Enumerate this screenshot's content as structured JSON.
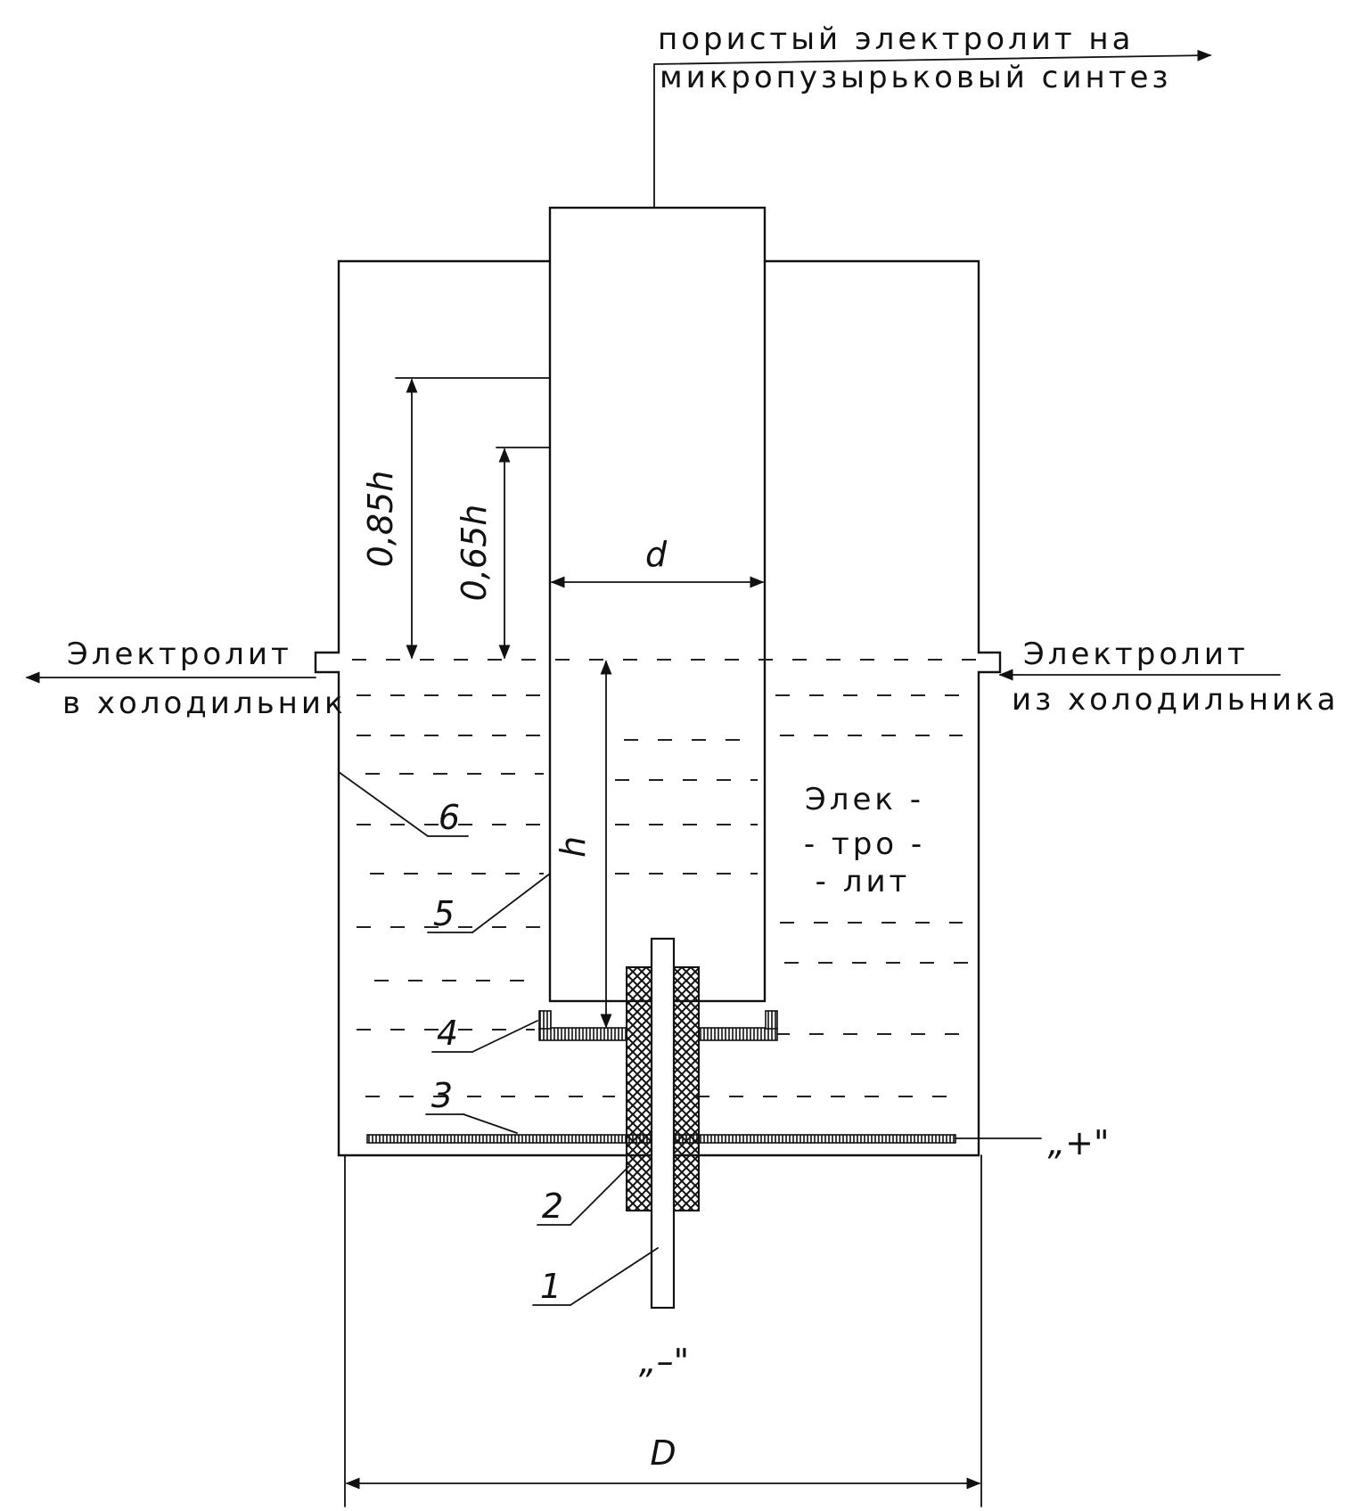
{
  "labels": {
    "outlet_line1": "пористый электролит на",
    "outlet_line2": "микропузырьковый синтез",
    "left_line1": "Электролит",
    "left_line2": "в холодильник",
    "right_line1": "Электролит",
    "right_line2": "из холодильника",
    "electrolyte_1": "Элек -",
    "electrolyte_2": "- тро -",
    "electrolyte_3": "- лит",
    "plus": "„+\"",
    "minus": "„–\""
  },
  "dimensions": {
    "d": "d",
    "D": "D",
    "h": "h",
    "h085": "0,85h",
    "h065": "0,65h"
  },
  "parts": [
    "1",
    "2",
    "3",
    "4",
    "5",
    "6"
  ]
}
